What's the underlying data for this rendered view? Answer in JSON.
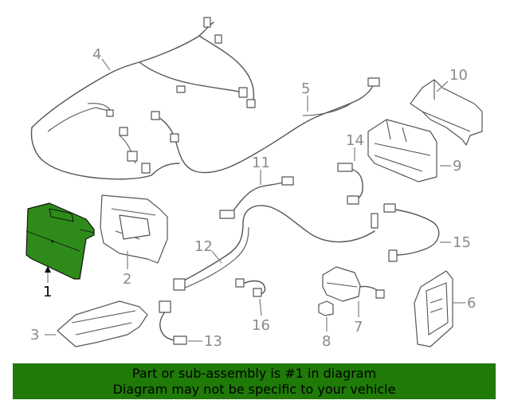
{
  "callouts": {
    "c1": "1",
    "c2": "2",
    "c3": "3",
    "c4": "4",
    "c5": "5",
    "c6": "6",
    "c7": "7",
    "c8": "8",
    "c9": "9",
    "c10": "10",
    "c11": "11",
    "c12": "12",
    "c13": "13",
    "c14": "14",
    "c15": "15",
    "c16": "16"
  },
  "highlighted_part": "1",
  "colors": {
    "highlight": "#2e8b1a",
    "banner": "#1f7a08",
    "line": "#555555",
    "callout_text": "#8a8a8a"
  },
  "banner": {
    "line1": "Part or sub-assembly is #1 in diagram",
    "line2": "Diagram may not be specific to your vehicle"
  }
}
